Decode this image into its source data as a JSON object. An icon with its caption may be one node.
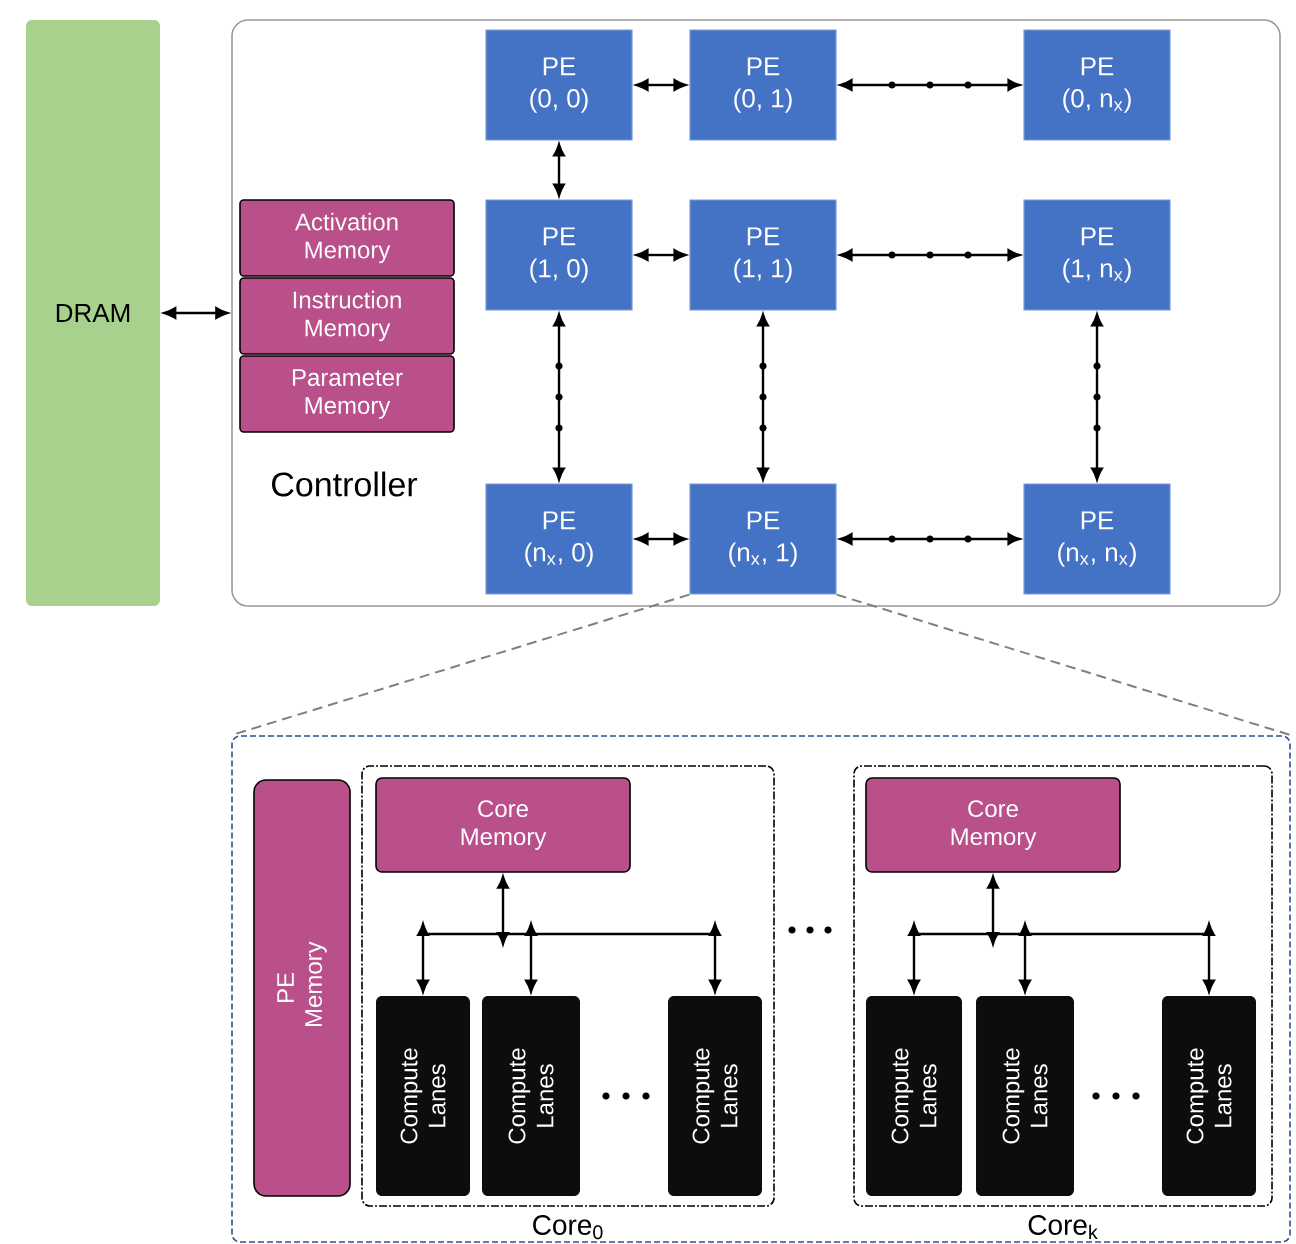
{
  "diagram": {
    "nodes": [
      {
        "text": [
          "DRAM"
        ]
      },
      {
        "text": [
          "Controller"
        ]
      },
      {
        "text": [
          "Activation Memory"
        ],
        "in": 1
      },
      {
        "text": [
          "Instruction Memory"
        ],
        "in": 1
      },
      {
        "text": [
          "Parameter Memory"
        ],
        "in": 1
      },
      {
        "text": [
          "PE",
          "(0, 0)"
        ],
        "in": 1
      },
      {
        "text": [
          "PE",
          "(0, 1)"
        ],
        "in": 1
      },
      {
        "text": [
          "PE",
          "(0, n$_{x}$)"
        ],
        "in": 1
      },
      {
        "text": [
          "PE",
          "(1, 0)"
        ],
        "in": 1
      },
      {
        "text": [
          "PE",
          "(1, 1)"
        ],
        "in": 1
      },
      {
        "text": [
          "PE",
          "(1, n$_{x}$)"
        ],
        "in": 1
      },
      {
        "text": [
          "PE",
          "(n$_{x}$, 0)"
        ],
        "in": 1
      },
      {
        "text": [
          "PE",
          "(n$_{x}$, 1)"
        ],
        "in": 1
      },
      {
        "text": [
          "PE",
          "(n$_{x}$, n$_{x}$)"
        ],
        "in": 1
      },
      {
        "text": [],
        "shape": "box"
      },
      {
        "text": [
          "PE Memory"
        ],
        "in": 14
      },
      {
        "text": [
          "Core$_{0}$"
        ],
        "in": 14
      },
      {
        "text": [
          "Core Memory"
        ],
        "in": 16
      },
      {
        "text": [
          "Compute Lanes"
        ],
        "in": 16
      },
      {
        "text": [
          "Compute Lanes"
        ],
        "in": 16
      },
      {
        "text": [
          "Compute Lanes"
        ],
        "in": 16
      },
      {
        "text": [
          "Core$_{k}$"
        ],
        "in": 14
      },
      {
        "text": [
          "Core Memory"
        ],
        "in": 21
      },
      {
        "text": [
          "Compute Lanes"
        ],
        "in": 21
      },
      {
        "text": [
          "Compute Lanes"
        ],
        "in": 21
      },
      {
        "text": [
          "Compute Lanes"
        ],
        "in": 21
      }
    ],
    "edges": [
      {
        "from": 0,
        "to": 1,
        "arrow": "both"
      },
      {
        "from": 5,
        "to": 6,
        "arrow": "both"
      },
      {
        "from": 6,
        "to": 7,
        "arrow": "both"
      },
      {
        "from": 8,
        "to": 9,
        "arrow": "both"
      },
      {
        "from": 9,
        "to": 10,
        "arrow": "both"
      },
      {
        "from": 11,
        "to": 12,
        "arrow": "both"
      },
      {
        "from": 12,
        "to": 13,
        "arrow": "both"
      },
      {
        "from": 5,
        "to": 8,
        "arrow": "both"
      },
      {
        "from": 8,
        "to": 11,
        "arrow": "both"
      },
      {
        "from": 9,
        "to": 12,
        "arrow": "both"
      },
      {
        "from": 10,
        "to": 13,
        "arrow": "both"
      },
      {
        "from": 12,
        "to": 14,
        "arrow": "none",
        "style": "dashed",
        "color": "#808080"
      },
      {
        "from": 12,
        "to": 14,
        "arrow": "none",
        "style": "dashed",
        "color": "#808080"
      },
      {
        "from": 17,
        "to": 18,
        "arrow": "both"
      },
      {
        "from": 17,
        "to": 19,
        "arrow": "both"
      },
      {
        "from": 17,
        "to": 20,
        "arrow": "both"
      },
      {
        "from": 22,
        "to": 23,
        "arrow": "both"
      },
      {
        "from": 22,
        "to": 24,
        "arrow": "both"
      },
      {
        "from": 22,
        "to": 25,
        "arrow": "both"
      }
    ]
  }
}
